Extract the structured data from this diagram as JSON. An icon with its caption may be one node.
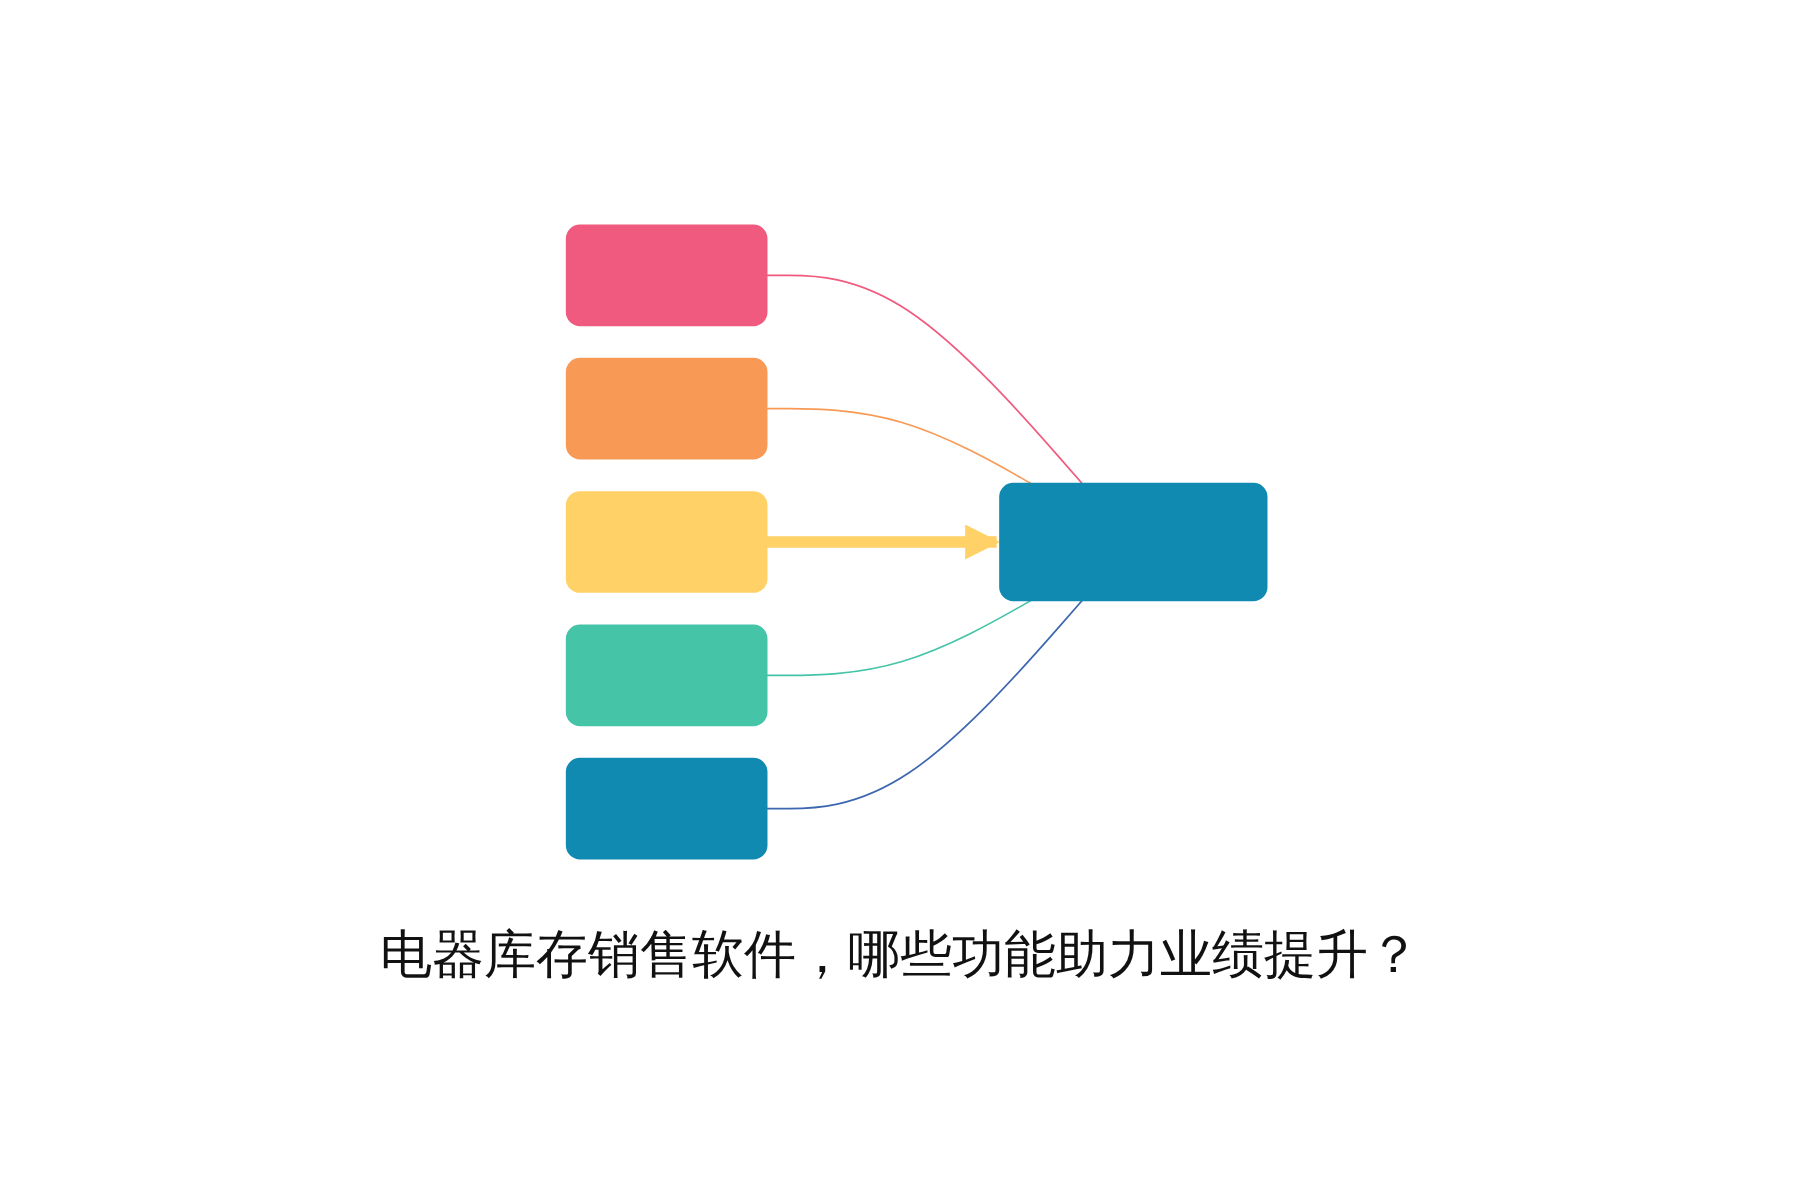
{
  "diagram": {
    "caption": "电器库存销售软件，哪些功能助力业绩提升？",
    "nodes": [
      {
        "text": [],
        "shape": "box"
      },
      {
        "text": [],
        "shape": "box"
      },
      {
        "text": [],
        "shape": "box"
      },
      {
        "text": [],
        "shape": "box"
      },
      {
        "text": [],
        "shape": "box"
      },
      {
        "text": [],
        "shape": "box"
      }
    ],
    "edges": [
      {
        "from": 0,
        "to": 5,
        "arrow": "none",
        "color": "#f05a7e"
      },
      {
        "from": 1,
        "to": 5,
        "arrow": "none",
        "color": "#f89a56"
      },
      {
        "from": 2,
        "to": 5,
        "arrow": "to",
        "style": "thick",
        "color": "#ffd166"
      },
      {
        "from": 3,
        "to": 5,
        "arrow": "none",
        "color": "#45c4a8"
      },
      {
        "from": 4,
        "to": 5,
        "arrow": "none",
        "color": "#3d66b0"
      }
    ]
  }
}
